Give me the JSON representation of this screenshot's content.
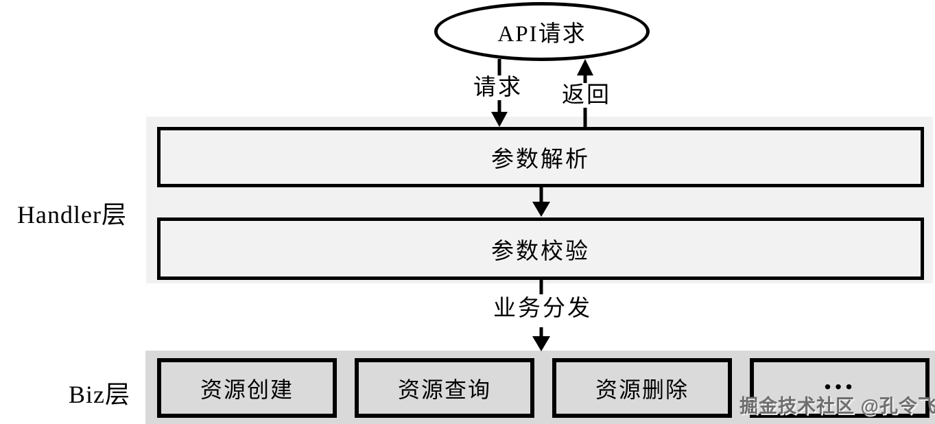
{
  "api_node": {
    "label": "API请求"
  },
  "edge_labels": {
    "request": "请求",
    "return": "返回",
    "dispatch": "业务分发"
  },
  "handler_layer": {
    "label": "Handler层",
    "boxes": [
      {
        "label": "参数解析"
      },
      {
        "label": "参数校验"
      }
    ]
  },
  "biz_layer": {
    "label": "Biz层",
    "boxes": [
      {
        "label": "资源创建"
      },
      {
        "label": "资源查询"
      },
      {
        "label": "资源删除"
      },
      {
        "label": "..."
      }
    ]
  },
  "watermark": {
    "text": "掘金技术社区 @孔令飞"
  },
  "colors": {
    "handler_layer_bg": "#f1f1f1",
    "handler_box_bg": "#f2f2f2",
    "biz_layer_bg": "#d9d9d9",
    "biz_box_bg": "#dadada",
    "stroke": "#000000",
    "watermark_color": "#6e6e6e"
  }
}
